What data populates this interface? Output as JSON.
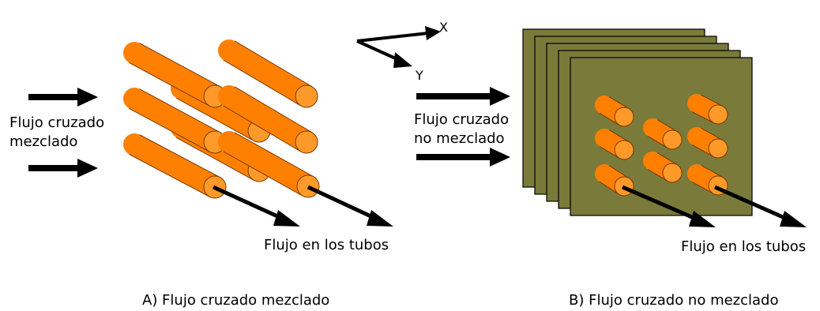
{
  "panel_a": {
    "side_label": "Flujo cruzado\nmezclado",
    "tube_flow_label": "Flujo en los tubos",
    "caption": "A) Flujo cruzado mezclado"
  },
  "panel_b": {
    "side_label": "Flujo cruzado\nno mezclado",
    "tube_flow_label": "Flujo en los tubos",
    "caption": "B) Flujo cruzado no mezclado"
  },
  "axes": {
    "x_label": "X",
    "y_label": "Y"
  },
  "colors": {
    "tube": "#ff8000",
    "tube_end": "#ff9a2a",
    "tube_outline": "#7a3a00",
    "plate": "#7a7a3a",
    "plate_outline": "#000000",
    "arrow": "#000000"
  }
}
